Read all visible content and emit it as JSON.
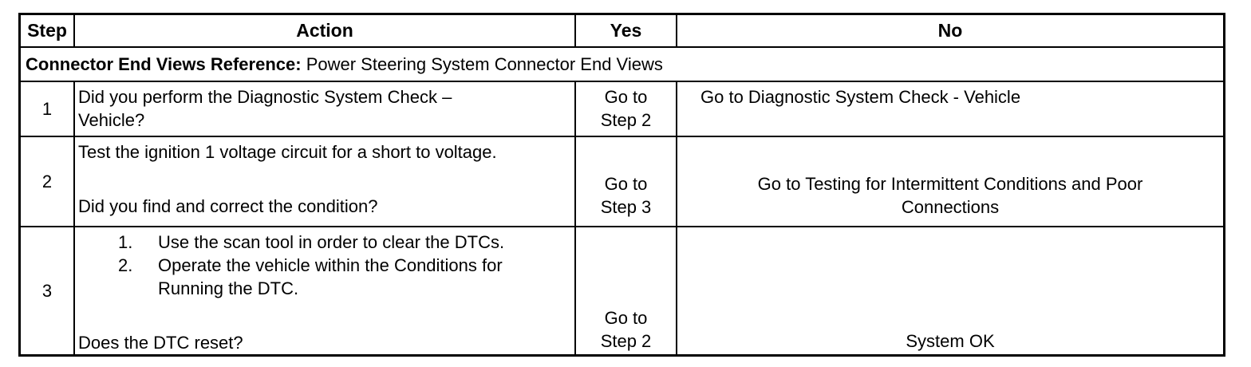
{
  "headers": {
    "step": "Step",
    "action": "Action",
    "yes": "Yes",
    "no": "No"
  },
  "reference": {
    "label": "Connector End Views Reference:",
    "text": "Power Steering System Connector End Views"
  },
  "rows": [
    {
      "step": "1",
      "action": [
        "Did you perform the Diagnostic System Check –",
        "Vehicle?"
      ],
      "yes": [
        "Go to",
        "Step 2"
      ],
      "no": [
        "Go to Diagnostic System Check - Vehicle"
      ]
    },
    {
      "step": "2",
      "action_top": "Test the ignition 1 voltage circuit for a short to voltage.",
      "action_question": "Did you find and correct the condition?",
      "yes": [
        "Go to",
        "Step 3"
      ],
      "no": [
        "Go to Testing for Intermittent Conditions and Poor",
        "Connections"
      ]
    },
    {
      "step": "3",
      "steps": [
        {
          "num": "1.",
          "text": "Use the scan tool in order to clear the DTCs."
        },
        {
          "num": "2.",
          "text": "Operate the vehicle within the Conditions for"
        },
        {
          "num": "",
          "text": "Running the DTC."
        }
      ],
      "action_question": "Does the DTC reset?",
      "yes": [
        "Go to",
        "Step 2"
      ],
      "no": [
        "System OK"
      ]
    }
  ]
}
